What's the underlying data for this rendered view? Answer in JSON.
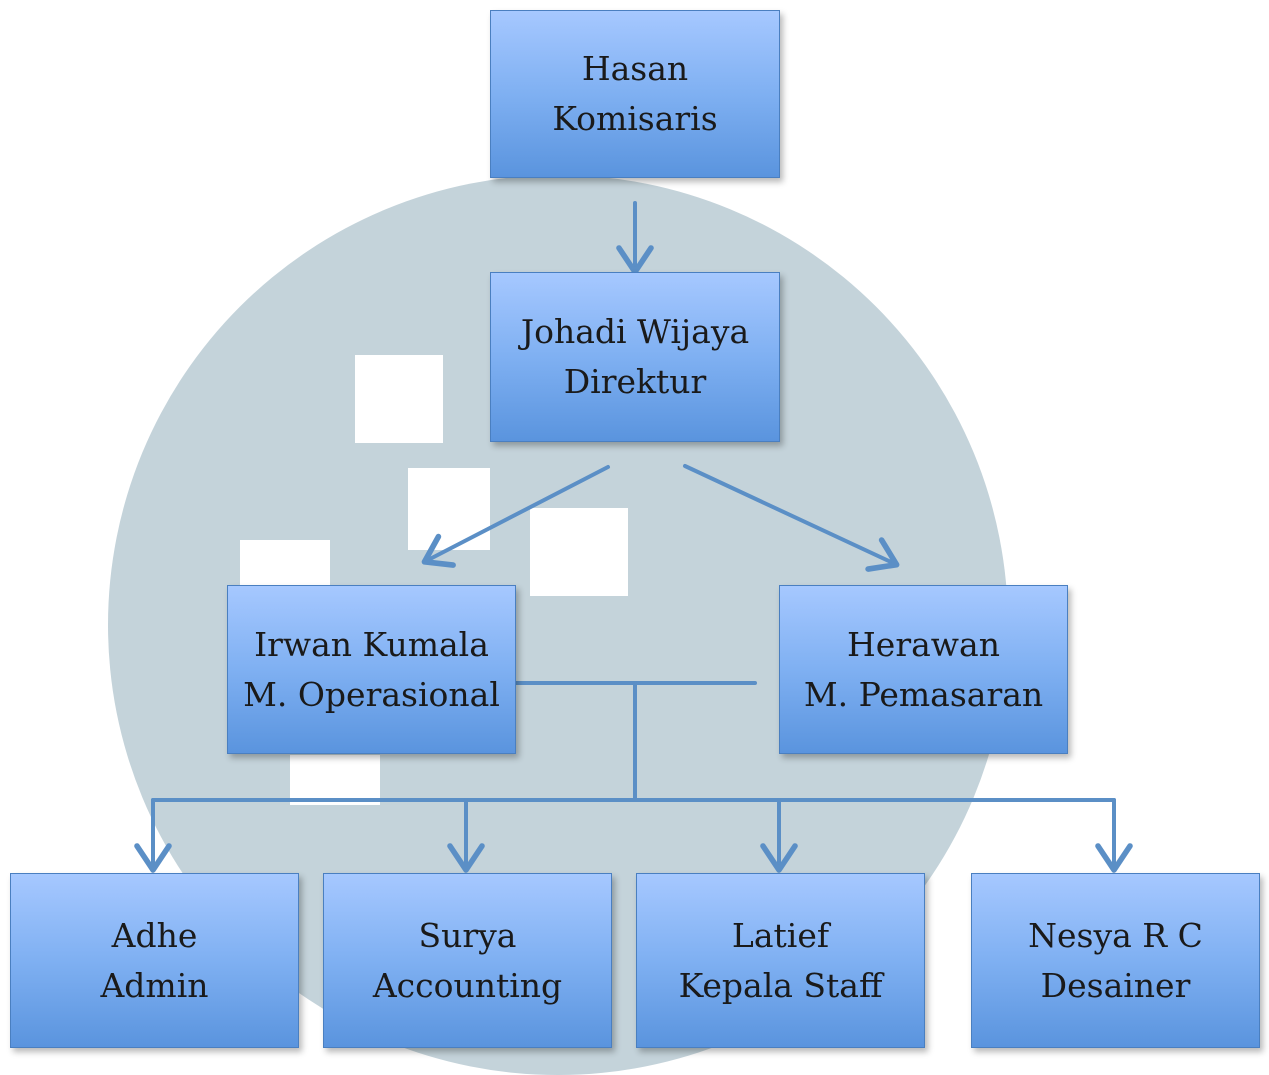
{
  "colors": {
    "box_top": "#a6c8ff",
    "box_bottom": "#5a94de",
    "connector": "#5b8fc6",
    "watermark": "#c4d3da"
  },
  "nodes": {
    "hasan": {
      "name": "Hasan",
      "role": "Komisaris"
    },
    "johadi": {
      "name": "Johadi Wijaya",
      "role": "Direktur"
    },
    "irwan": {
      "name": "Irwan Kumala",
      "role": "M. Operasional"
    },
    "herawan": {
      "name": "Herawan",
      "role": "M. Pemasaran"
    },
    "adhe": {
      "name": "Adhe",
      "role": "Admin"
    },
    "surya": {
      "name": "Surya",
      "role": "Accounting"
    },
    "latief": {
      "name": "Latief",
      "role": "Kepala Staff"
    },
    "nesya": {
      "name": "Nesya R C",
      "role": "Desainer"
    }
  }
}
